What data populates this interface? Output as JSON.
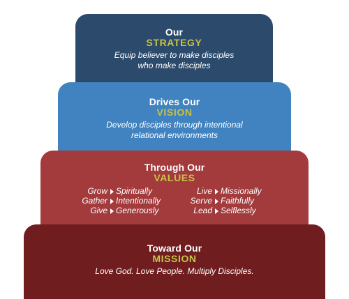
{
  "tiers": {
    "strategy": {
      "heading": "Our",
      "keyword": "STRATEGY",
      "desc_line1": "Equip believer to make disciples",
      "desc_line2": "who make disciples"
    },
    "vision": {
      "heading": "Drives Our",
      "keyword": "VISION",
      "desc_line1": "Develop disciples through intentional",
      "desc_line2": "relational environments"
    },
    "values": {
      "heading": "Through Our",
      "keyword": "VALUES",
      "items": [
        {
          "verb": "Grow",
          "adverb": "Spiritually"
        },
        {
          "verb": "Gather",
          "adverb": "Intentionally"
        },
        {
          "verb": "Give",
          "adverb": "Generously"
        },
        {
          "verb": "Live",
          "adverb": "Missionally"
        },
        {
          "verb": "Serve",
          "adverb": "Faithfully"
        },
        {
          "verb": "Lead",
          "adverb": "Selflessly"
        }
      ]
    },
    "mission": {
      "heading": "Toward Our",
      "keyword": "MISSION",
      "desc_line1": "Love God. Love People. Multiply Disciples."
    }
  },
  "colors": {
    "strategy_bg": "#2c4a6b",
    "vision_bg": "#4183c0",
    "values_bg": "#a33a3c",
    "mission_bg": "#6f1d1f",
    "keyword": "#c7c347",
    "text": "#ffffff"
  },
  "icons": {
    "value_bullet": "triangle-right-icon"
  }
}
